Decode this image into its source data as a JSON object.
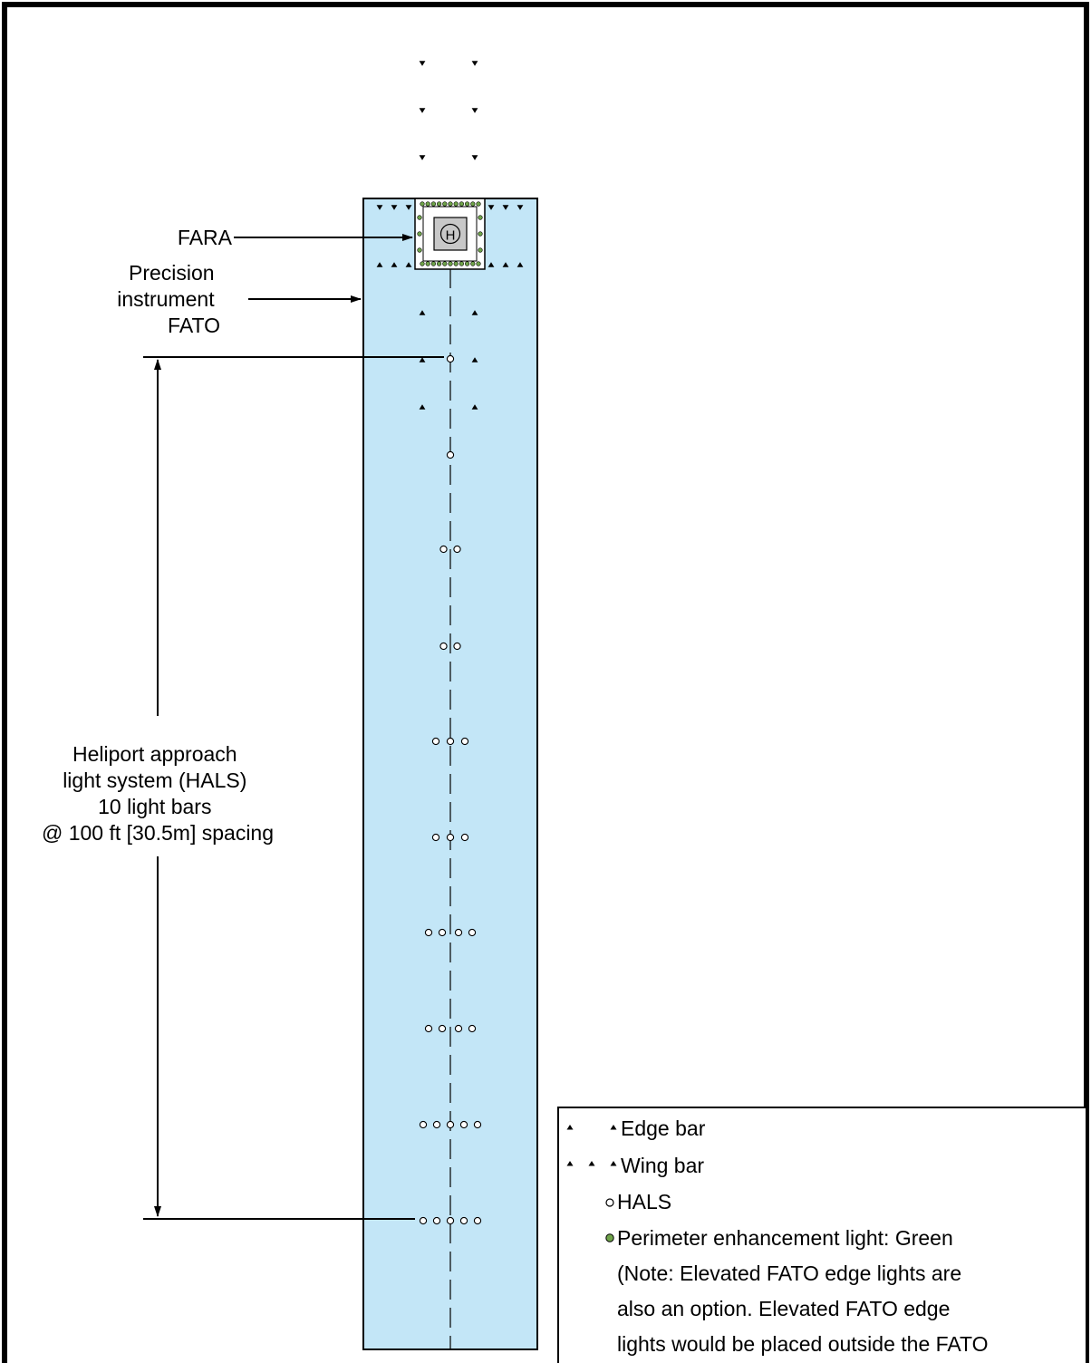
{
  "labels": {
    "fara": "FARA",
    "fato": [
      "Precision",
      "instrument",
      "FATO"
    ],
    "hals": [
      "Heliport approach",
      "light system (HALS)",
      "10 light bars",
      "@ 100 ft [30.5m] spacing"
    ],
    "helipad_symbol": "H"
  },
  "legend": {
    "edge_bar": "Edge bar",
    "wing_bar": "Wing bar",
    "hals": "HALS",
    "perimeter": "Perimeter enhancement light: Green",
    "note": [
      "(Note: Elevated FATO edge lights are",
      "also an option. Elevated FATO edge",
      "lights would be placed outside the FATO"
    ]
  },
  "hals_bar_light_counts": [
    1,
    1,
    2,
    2,
    3,
    3,
    4,
    4,
    5,
    5
  ],
  "colors": {
    "fato_fill": "#c3e6f7",
    "perimeter_light": "#6fa34a",
    "pad_fill": "#c8c8c8"
  }
}
